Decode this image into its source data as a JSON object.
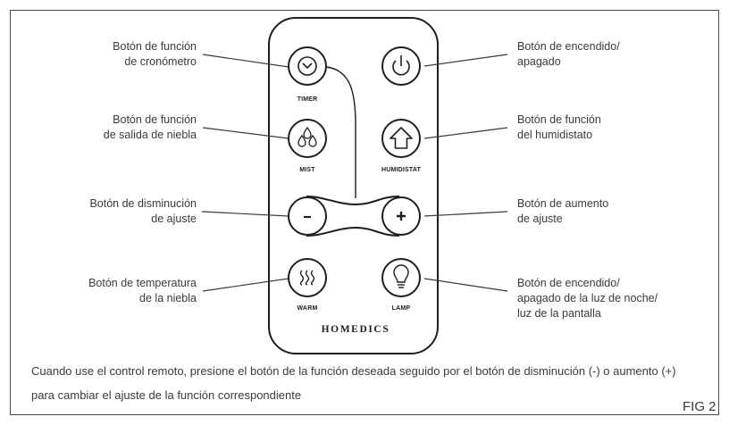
{
  "labels": {
    "timer": [
      "Botón de función",
      "de cronómetro"
    ],
    "power": [
      "Botón de encendido/",
      "apagado"
    ],
    "mist": [
      "Botón de función",
      "de salida de niebla"
    ],
    "humidistat": [
      "Botón de función",
      "del humidistato"
    ],
    "decrease": [
      "Botón de disminución",
      "de ajuste"
    ],
    "increase": [
      "Botón de aumento",
      "de ajuste"
    ],
    "warm": [
      "Botón de temperatura",
      "de la niebla"
    ],
    "lamp": [
      "Botón de encendido/",
      "apagado de la luz de noche/",
      "luz de la pantalla"
    ]
  },
  "buttons": {
    "timer": "TIMER",
    "mist": "MIST",
    "humidistat": "HUMIDISTAT",
    "warm": "WARM",
    "lamp": "LAMP",
    "minus": "–",
    "plus": "+"
  },
  "brand": "HOMEDICS",
  "caption": "Cuando use el control remoto, presione el botón de la función deseada seguido por el botón de disminución (-) o aumento (+) para cambiar el ajuste de la función correspondiente",
  "figure_label": "FIG 2"
}
